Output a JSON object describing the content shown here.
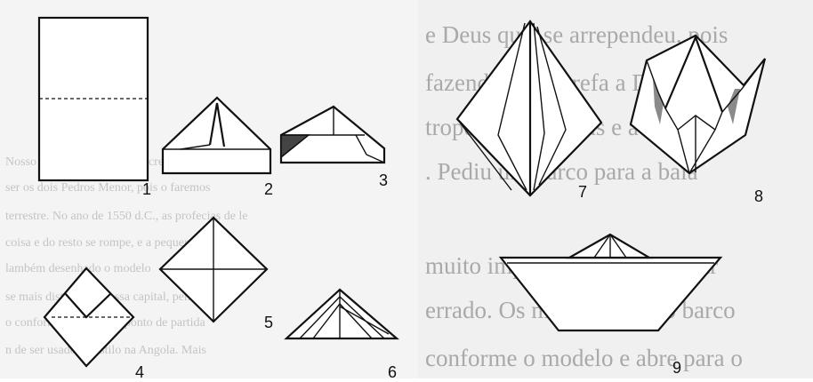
{
  "steps": [
    {
      "id": 1,
      "label": "1"
    },
    {
      "id": 2,
      "label": "2"
    },
    {
      "id": 3,
      "label": "3"
    },
    {
      "id": 4,
      "label": "4"
    },
    {
      "id": 5,
      "label": "5"
    },
    {
      "id": 6,
      "label": "6"
    },
    {
      "id": 7,
      "label": "7"
    },
    {
      "id": 8,
      "label": "8"
    },
    {
      "id": 9,
      "label": "9"
    }
  ],
  "background_text": {
    "left_lines": [
      "Nosso significado nobre e secreto",
      "ser os dois Pedros Menor, pois o faremos",
      "terrestre. No ano de 1550 d.C., as profecias de le",
      "coisa e do resto se rompe, e a pequena",
      "lambém desenhado o modelo",
      "se mais distante de nossa capital, penso",
      "o conforme o pedido, o ponto de partida",
      "n de ser usado ao estilo na Angola. Mais"
    ],
    "right_lines": [
      "e Deus quis se arrependeu, pois",
      "fazendo uma tarefa a Deus.",
      "tropeçou que Deus e a mostrou",
      ". Pediu um barco para a baía",
      "",
      "muito importante para mostrar",
      "errado. Os marinheiros do barco",
      "conforme o modelo e abre para o"
    ]
  },
  "colors": {
    "line": "#111111",
    "paper": "#ffffff",
    "shade": "#444444",
    "ghost_text": "#b3b3b3"
  }
}
